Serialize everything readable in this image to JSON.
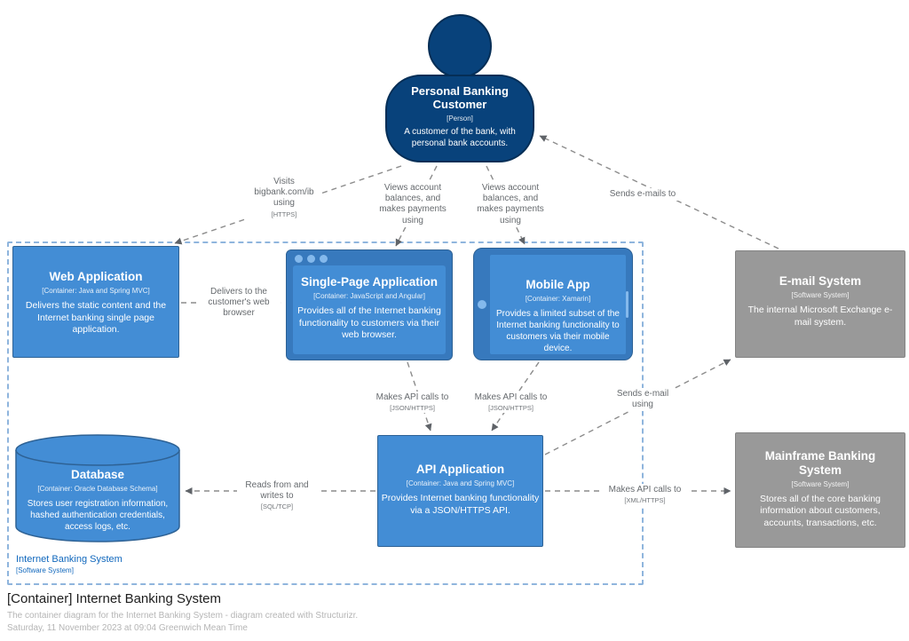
{
  "page": {
    "title": "[Container] Internet Banking System",
    "subtitle": "The container diagram for the Internet Banking System - diagram created with Structurizr.",
    "date": "Saturday, 11 November 2023 at 09:04 Greenwich Mean Time"
  },
  "boundary": {
    "name": "Internet Banking System",
    "meta": "[Software System]"
  },
  "elements": {
    "person": {
      "name": "Personal Banking Customer",
      "meta": "[Person]",
      "desc": "A customer of the bank, with personal bank accounts."
    },
    "web_app": {
      "name": "Web Application",
      "meta": "[Container: Java and Spring MVC]",
      "desc": "Delivers the static content and the Internet banking single page application."
    },
    "spa": {
      "name": "Single-Page Application",
      "meta": "[Container: JavaScript and Angular]",
      "desc": "Provides all of the Internet banking functionality to customers via their web browser."
    },
    "mobile": {
      "name": "Mobile App",
      "meta": "[Container: Xamarin]",
      "desc": "Provides a limited subset of the Internet banking functionality to customers via their mobile device."
    },
    "email": {
      "name": "E-mail System",
      "meta": "[Software System]",
      "desc": "The internal Microsoft Exchange e-mail system."
    },
    "database": {
      "name": "Database",
      "meta": "[Container: Oracle Database Schema]",
      "desc": "Stores user registration information, hashed authentication credentials, access logs, etc."
    },
    "api": {
      "name": "API Application",
      "meta": "[Container: Java and Spring MVC]",
      "desc": "Provides Internet banking functionality via a JSON/HTTPS API."
    },
    "mainframe": {
      "name": "Mainframe Banking System",
      "meta": "[Software System]",
      "desc": "Stores all of the core banking information about customers, accounts, transactions, etc."
    }
  },
  "relationships": {
    "visits": {
      "label": "Visits bigbank.com/ib using",
      "tech": "[HTTPS]"
    },
    "views_spa": {
      "label": "Views account balances, and makes payments using"
    },
    "views_mobile": {
      "label": "Views account balances, and makes payments using"
    },
    "sends_emails_to": {
      "label": "Sends e-mails to"
    },
    "delivers": {
      "label": "Delivers to the customer's web browser"
    },
    "spa_api": {
      "label": "Makes API calls to",
      "tech": "[JSON/HTTPS]"
    },
    "mobile_api": {
      "label": "Makes API calls to",
      "tech": "[JSON/HTTPS]"
    },
    "sends_email_using": {
      "label": "Sends e-mail using"
    },
    "reads_writes": {
      "label": "Reads from and writes to",
      "tech": "[SQL/TCP]"
    },
    "api_mainframe": {
      "label": "Makes API calls to",
      "tech": "[XML/HTTPS]"
    }
  },
  "colors": {
    "person_fill": "#08427b",
    "person_border": "#052e56",
    "container_fill": "#438dd5",
    "container_border": "#2e6295",
    "container_frame": "#3779bd",
    "container_accent": "#84b9ec",
    "external_fill": "#999999",
    "external_border": "#848484",
    "boundary_border": "#8fb5dd",
    "boundary_label": "#1168bd",
    "edge_line": "#8c8c8c",
    "edge_label": "#666a6e"
  }
}
